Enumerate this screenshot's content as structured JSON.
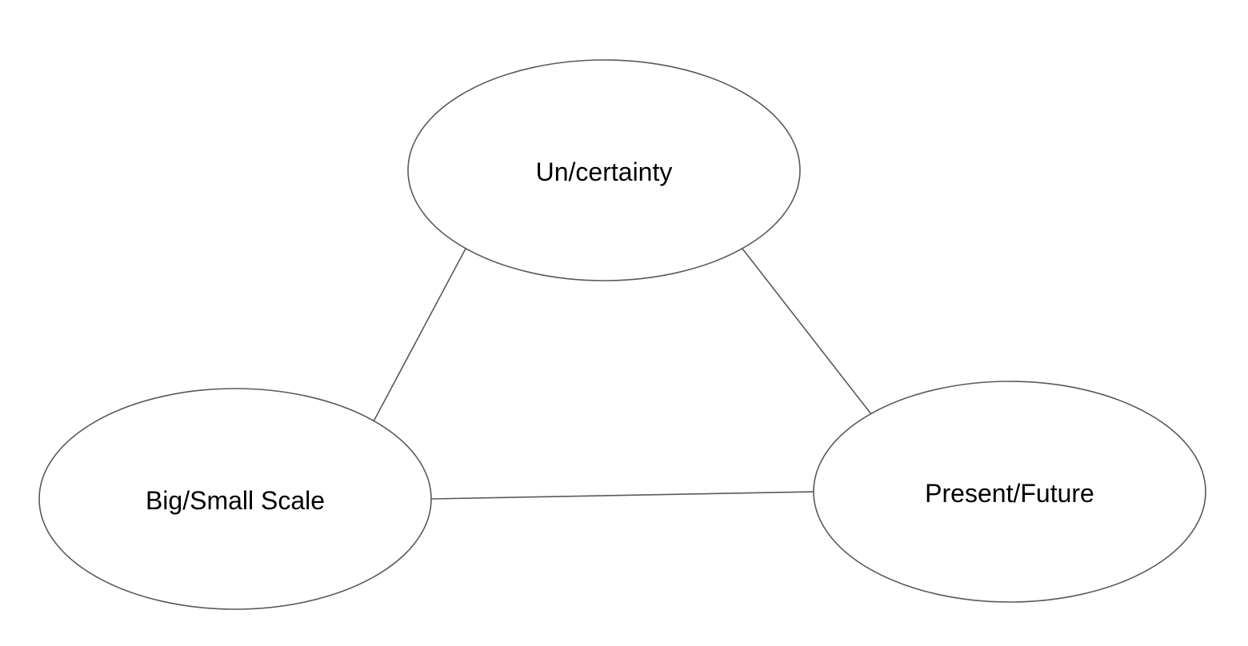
{
  "diagram": {
    "nodes": [
      {
        "id": "uncertainty",
        "label": "Un/certainty"
      },
      {
        "id": "scale",
        "label": "Big/Small Scale"
      },
      {
        "id": "time",
        "label": "Present/Future"
      }
    ],
    "edges": [
      {
        "from": "uncertainty",
        "to": "scale"
      },
      {
        "from": "uncertainty",
        "to": "time"
      },
      {
        "from": "scale",
        "to": "time"
      }
    ],
    "colors": {
      "stroke": "#595959",
      "fill": "#ffffff",
      "text": "#000000"
    }
  }
}
